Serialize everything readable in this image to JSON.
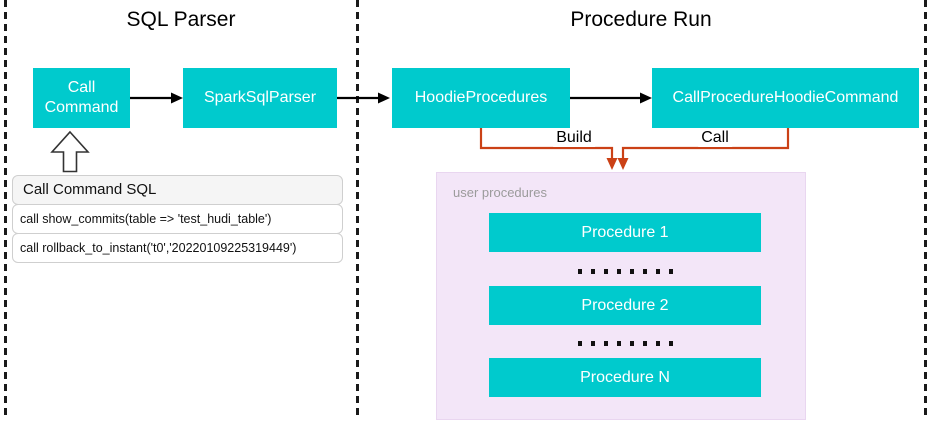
{
  "sections": {
    "sql_parser": {
      "title": "SQL Parser"
    },
    "procedure_run": {
      "title": "Procedure Run"
    }
  },
  "nodes": {
    "call_command": "Call Command",
    "spark_sql_parser": "SparkSqlParser",
    "hoodie_procedures": "HoodieProcedures",
    "call_procedure_hoodie_command": "CallProcedureHoodieCommand"
  },
  "edges": {
    "build_label": "Build",
    "call_label": "Call"
  },
  "sql_table": {
    "header": "Call Command SQL",
    "rows": [
      "call show_commits(table => 'test_hudi_table')",
      "call rollback_to_instant('t0','20220109225319449')"
    ]
  },
  "user_procedures": {
    "label": "user procedures",
    "items": [
      "Procedure 1",
      "Procedure 2",
      "Procedure N"
    ],
    "ellipsis_dots": 8
  },
  "colors": {
    "node_teal": "#00cacd",
    "panel_purple": "#f3e6f8",
    "orange_edge": "#cb4116",
    "black_edge": "#000000",
    "panel_label_gray": "#9b9b9b"
  }
}
